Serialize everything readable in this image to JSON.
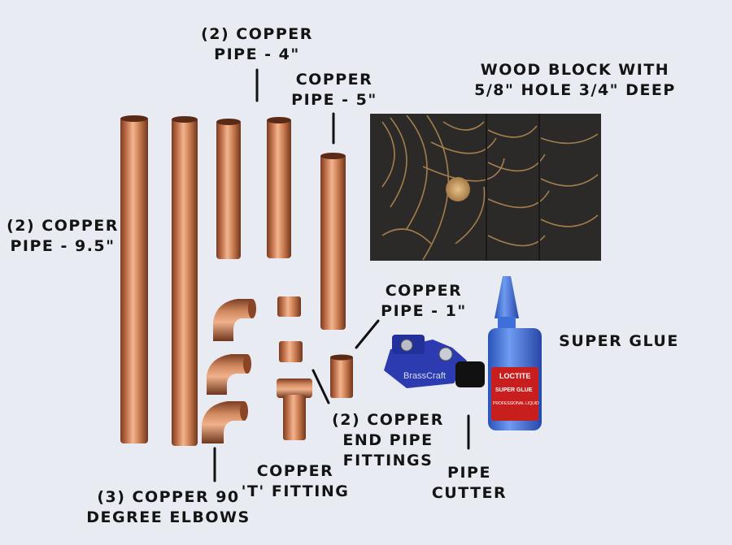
{
  "labels": {
    "pipe_4": [
      "(2) COPPER",
      "PIPE - 4\""
    ],
    "pipe_5": [
      "COPPER",
      "PIPE - 5\""
    ],
    "wood_block": [
      "WOOD BLOCK WITH",
      "5/8\" HOLE 3/4\" DEEP"
    ],
    "pipe_9_5": [
      "(2) COPPER",
      "PIPE - 9.5\""
    ],
    "pipe_1": [
      "COPPER",
      "PIPE - 1\""
    ],
    "super_glue": [
      "SUPER GLUE"
    ],
    "end_fittings": [
      "(2) COPPER",
      "END PIPE",
      "FITTINGS"
    ],
    "t_fitting": [
      "COPPER",
      "'T' FITTING"
    ],
    "pipe_cutter": [
      "PIPE",
      "CUTTER"
    ],
    "elbows": [
      "(3) COPPER 90",
      "DEGREE ELBOWS"
    ]
  },
  "product_text": {
    "cutter_brand": "BrassCraft",
    "glue_brand": "LOCTITE",
    "glue_name": "SUPER GLUE",
    "glue_type": "PROFESSIONAL LIQUID"
  },
  "colors": {
    "background": "#e8ebf1",
    "copper": "#c97a4e",
    "wood": "#2a2a2a",
    "cutter": "#2d3bb0",
    "glue_bottle": "#3f6fd8"
  }
}
